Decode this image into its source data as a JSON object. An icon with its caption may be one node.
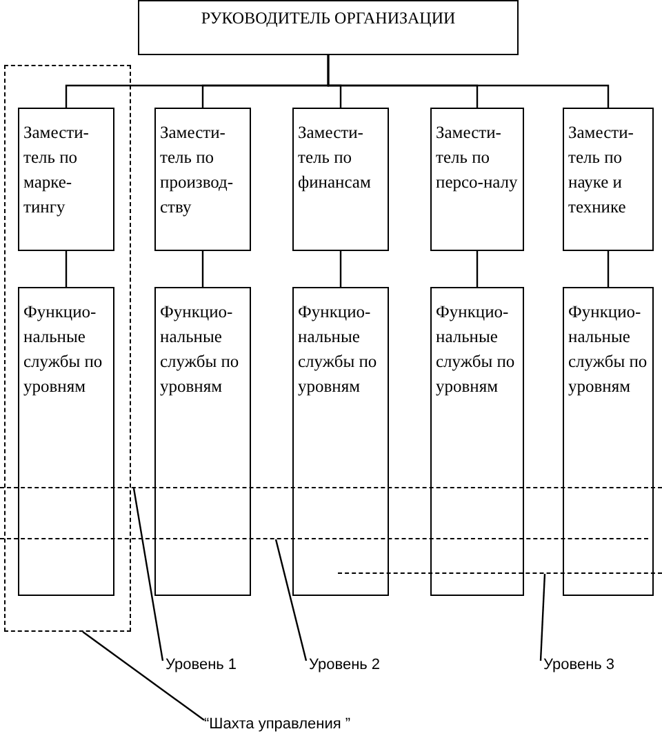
{
  "diagram": {
    "nodes": [
      {
        "text": [
          "РУКОВОДИТЕЛЬ ОРГАНИЗАЦИИ"
        ]
      },
      {
        "text": [],
        "shape": "box"
      },
      {
        "text": [
          "Замести-тель по марке-тингу"
        ],
        "in": 1
      },
      {
        "text": [
          "Замести-тель по производ-ству"
        ]
      },
      {
        "text": [
          "Замести-тель по финансам"
        ]
      },
      {
        "text": [
          "Замести-тель по персо-налу"
        ]
      },
      {
        "text": [
          "Замести-тель по науке и технике"
        ]
      },
      {
        "text": [
          "Функцио-нальные службы по уровням"
        ],
        "in": 1
      },
      {
        "text": [
          "Функцио-нальные службы по уровням"
        ]
      },
      {
        "text": [
          "Функцио-нальные службы по уровням"
        ]
      },
      {
        "text": [
          "Функцио-нальные службы по уровням"
        ]
      },
      {
        "text": [
          "Функцио-нальные службы по уровням"
        ]
      },
      {
        "text": [
          "Уровень 1"
        ]
      },
      {
        "text": [
          "Уровень 2"
        ]
      },
      {
        "text": [
          "Уровень 3"
        ]
      },
      {
        "text": [
          "“Шахта управления ”"
        ]
      },
      {
        "text": [],
        "shape": "line"
      },
      {
        "text": [],
        "shape": "line"
      },
      {
        "text": [],
        "shape": "line"
      }
    ],
    "edges": [
      {
        "from": 0,
        "to": 2,
        "arrow": "none"
      },
      {
        "from": 0,
        "to": 3,
        "arrow": "none"
      },
      {
        "from": 0,
        "to": 4,
        "arrow": "none"
      },
      {
        "from": 0,
        "to": 5,
        "arrow": "none"
      },
      {
        "from": 0,
        "to": 6,
        "arrow": "none"
      },
      {
        "from": 2,
        "to": 7,
        "arrow": "none"
      },
      {
        "from": 3,
        "to": 8,
        "arrow": "none"
      },
      {
        "from": 4,
        "to": 9,
        "arrow": "none"
      },
      {
        "from": 5,
        "to": 10,
        "arrow": "none"
      },
      {
        "from": 6,
        "to": 11,
        "arrow": "none"
      },
      {
        "from": 12,
        "to": 16,
        "arrow": "none"
      },
      {
        "from": 13,
        "to": 17,
        "arrow": "none"
      },
      {
        "from": 14,
        "to": 18,
        "arrow": "none"
      },
      {
        "from": 15,
        "to": 1,
        "arrow": "none"
      }
    ]
  }
}
